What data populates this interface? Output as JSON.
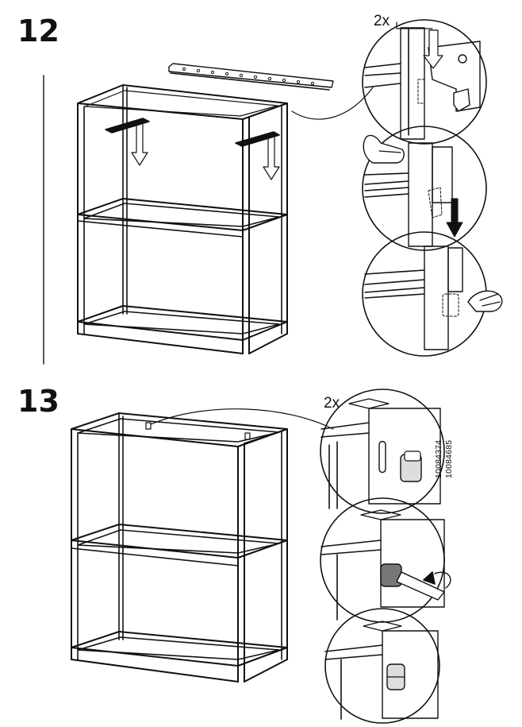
{
  "steps": [
    {
      "number": "12",
      "quantity_label": "2x"
    },
    {
      "number": "13",
      "quantity_label": "2x",
      "article_numbers": [
        "10084374",
        "10084685"
      ]
    }
  ]
}
